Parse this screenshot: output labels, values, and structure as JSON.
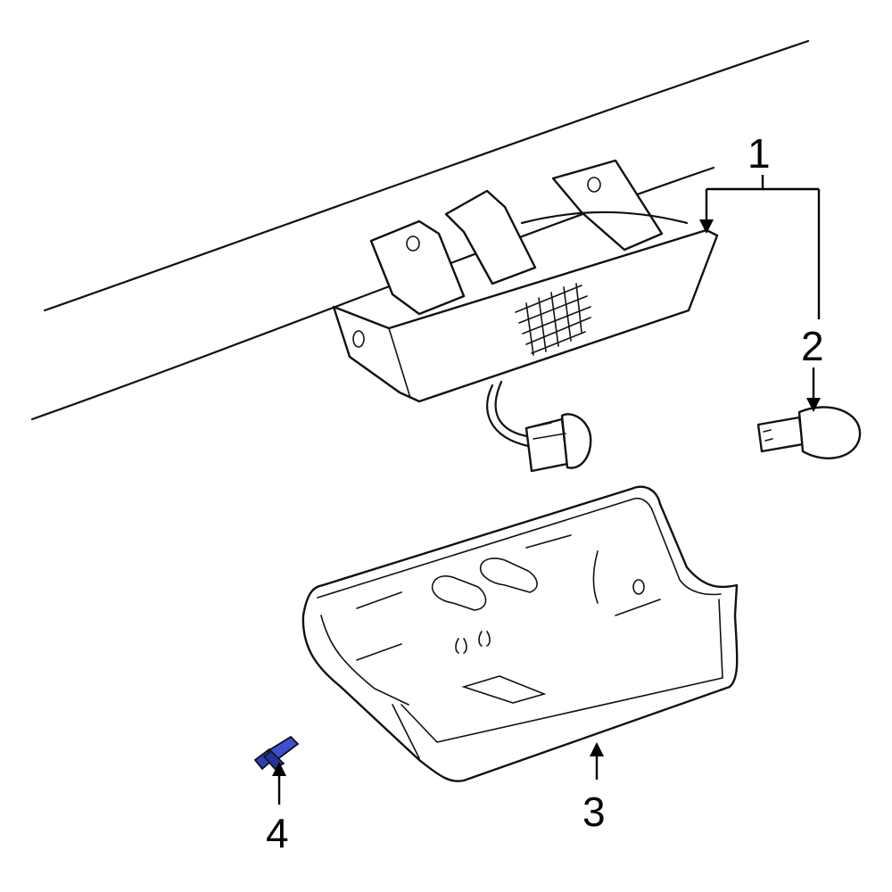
{
  "callouts": [
    {
      "id": "1",
      "label": "1"
    },
    {
      "id": "2",
      "label": "2"
    },
    {
      "id": "3",
      "label": "3"
    },
    {
      "id": "4",
      "label": "4"
    }
  ],
  "colors": {
    "line": "#111111",
    "background": "#ffffff",
    "clip_highlight": "#2f3fb5"
  }
}
